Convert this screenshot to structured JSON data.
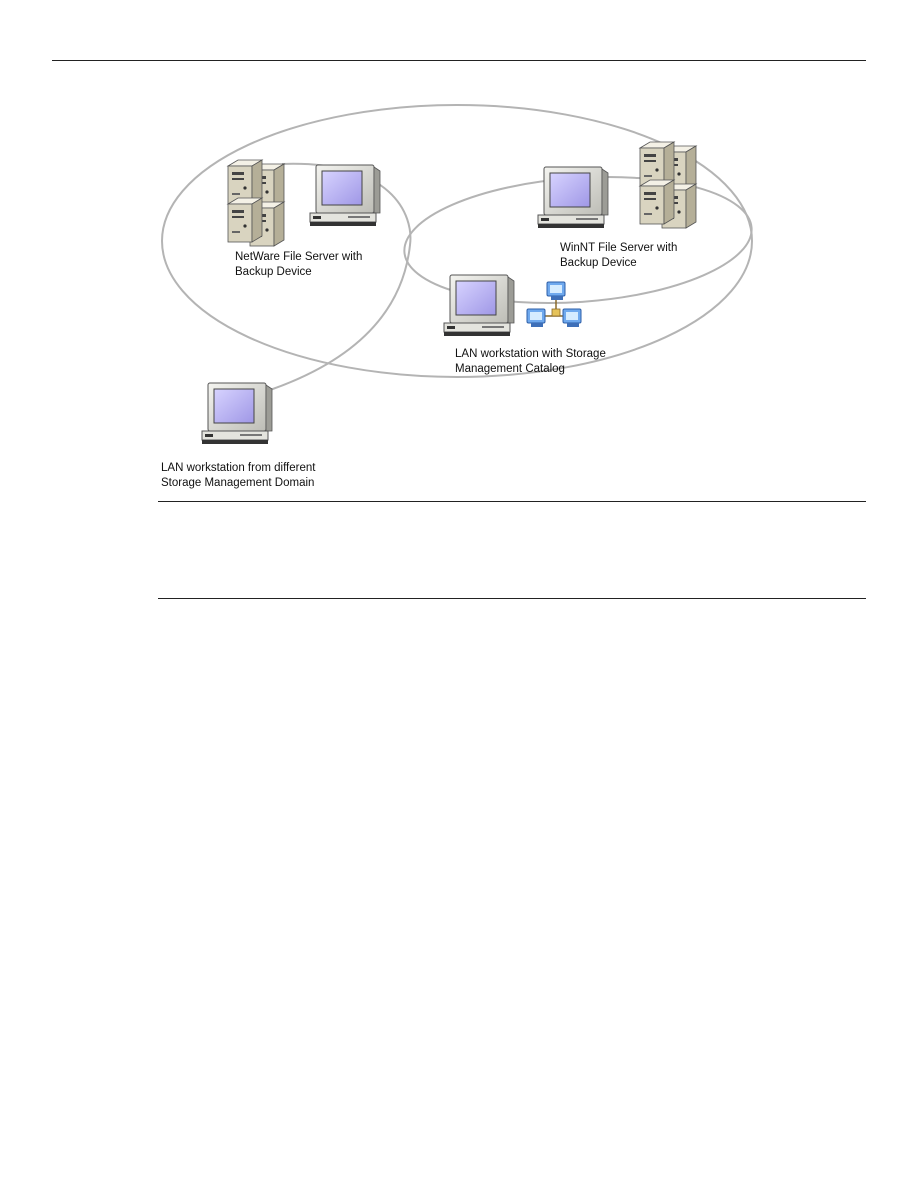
{
  "diagram": {
    "labels": {
      "netware_server": [
        "NetWare File Server with",
        "Backup Device"
      ],
      "winnt_server": [
        "WinNT File Server with",
        "Backup Device"
      ],
      "catalog_workstation": [
        "LAN workstation with Storage",
        "Management Catalog"
      ],
      "remote_workstation": [
        "LAN workstation from different",
        "Storage Management Domain"
      ]
    },
    "nodes": {
      "netware_server": "server-stack-icon",
      "netware_workstation": "workstation-icon",
      "winnt_workstation": "workstation-icon",
      "winnt_server": "server-stack-icon",
      "catalog_workstation": "workstation-icon",
      "catalog": "network-catalog-icon",
      "remote_workstation": "workstation-icon"
    },
    "colors": {
      "domain_outline": "#b4b4b4",
      "screen": "#b9b3ee",
      "monitor_body": "#e8e8e2",
      "server_body": "#ddd8c4"
    }
  }
}
